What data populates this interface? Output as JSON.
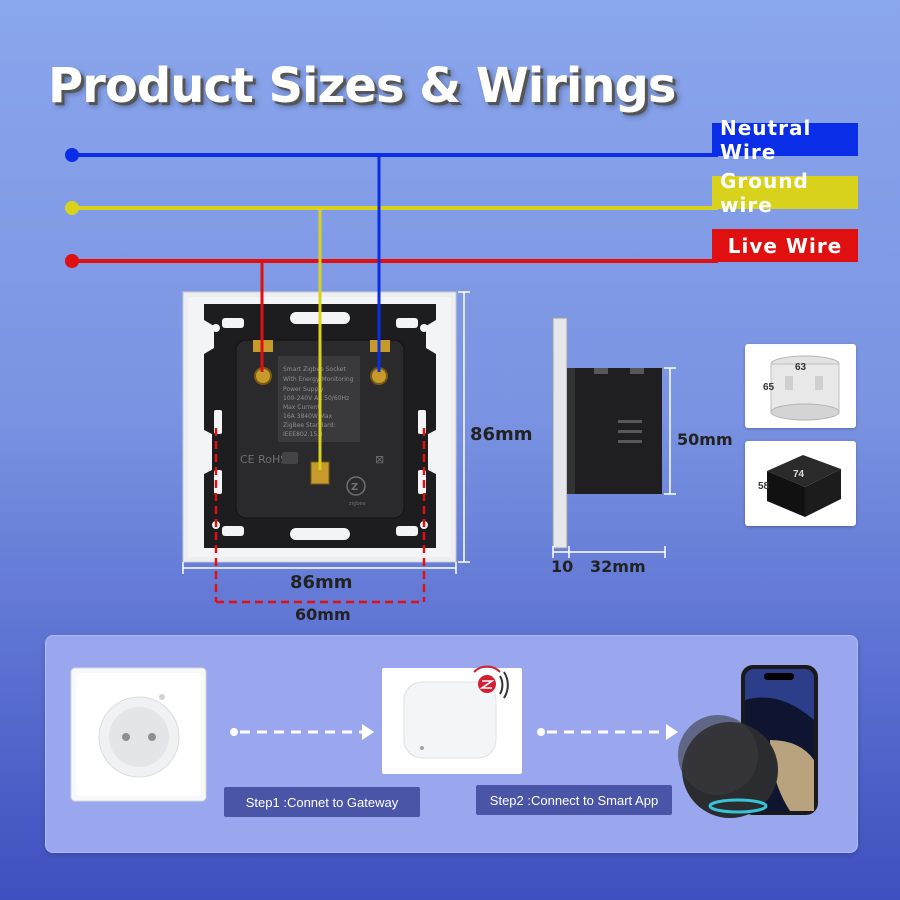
{
  "title": "Product Sizes & Wirings",
  "wires": {
    "neutral": {
      "label": "Neutral Wire",
      "color": "#0a2ee8"
    },
    "ground": {
      "label": "Ground wire",
      "color": "#d8d21c"
    },
    "live": {
      "label": "Live Wire",
      "color": "#e01010"
    }
  },
  "dimensions": {
    "width": "86mm",
    "height": "86mm",
    "hole_spacing": "60mm",
    "depth_height": "50mm",
    "plate_thickness": "10",
    "depth": "32mm"
  },
  "back_label": {
    "lines": [
      "Smart Zigbee Socket",
      "With Energy Monitoring",
      "Power Supply",
      "100-240V AC 50/60Hz",
      "Max Current",
      "16A 3840W Max",
      "ZigBee Standard:",
      "IEEE802.15.4"
    ],
    "marks": "CE RoHS",
    "brand_mark": "zigbee"
  },
  "mounting_boxes": {
    "round": {
      "diameter": "63",
      "depth": "65"
    },
    "square": {
      "width": "74",
      "depth": "58"
    }
  },
  "steps": [
    {
      "label": "Step1 :Connet to Gateway"
    },
    {
      "label": "Step2 :Connect to Smart App"
    }
  ]
}
